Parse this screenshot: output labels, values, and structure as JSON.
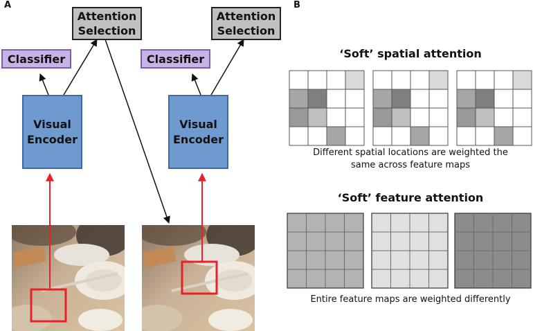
{
  "panel_a": {
    "label": "A",
    "attention_left": {
      "line1": "Attention",
      "line2": "Selection"
    },
    "attention_right": {
      "line1": "Attention",
      "line2": "Selection"
    },
    "classifier_left": "Classifier",
    "classifier_right": "Classifier",
    "encoder_left": {
      "line1": "Visual",
      "line2": "Encoder"
    },
    "encoder_right": {
      "line1": "Visual",
      "line2": "Encoder"
    }
  },
  "panel_b": {
    "label": "B",
    "spatial_title": "‘Soft’ spatial attention",
    "spatial_caption_line1": "Different spatial locations are weighted the",
    "spatial_caption_line2": "same across feature maps",
    "feature_title": "‘Soft’ feature attention",
    "feature_caption": "Entire feature maps are weighted differently",
    "spatial_grid": [
      [
        "#ffffff",
        "#ffffff",
        "#ffffff",
        "#d9d9d9"
      ],
      [
        "#a6a6a6",
        "#7f7f7f",
        "#ffffff",
        "#ffffff"
      ],
      [
        "#999999",
        "#bfbfbf",
        "#ffffff",
        "#ffffff"
      ],
      [
        "#ffffff",
        "#ffffff",
        "#a6a6a6",
        "#ffffff"
      ]
    ],
    "feature_map_fills": [
      "#b3b3b3",
      "#e0e0e0",
      "#8c8c8c"
    ]
  },
  "colors": {
    "arrow_red": "#e8202a",
    "attention_box": "#c0c0c0",
    "classifier_box": "#c9b3e6",
    "encoder_box": "#6f9ad0"
  }
}
